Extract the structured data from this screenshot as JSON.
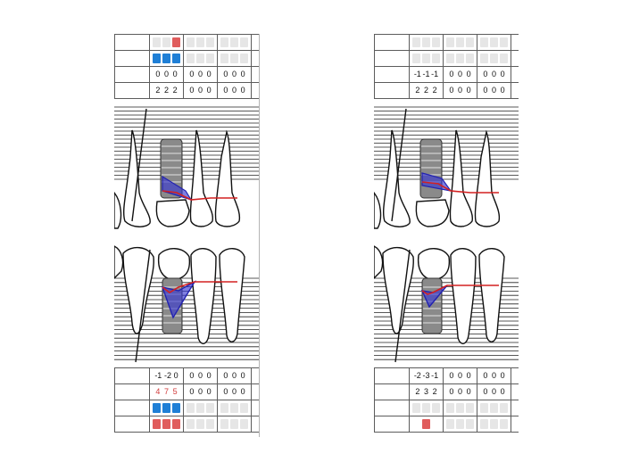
{
  "colors": {
    "blue": "#1f7fd6",
    "red": "#e05d5d",
    "empty": "#e6e6e6",
    "red_text": "#d23b3b"
  },
  "left": {
    "top_rows": [
      {
        "type": "boxes",
        "teeth": [
          [
            "empty",
            "empty",
            "red"
          ],
          [
            "empty",
            "empty",
            "empty"
          ],
          [
            "empty",
            "empty",
            "empty"
          ]
        ]
      },
      {
        "type": "boxes",
        "teeth": [
          [
            "blue",
            "blue",
            "blue"
          ],
          [
            "empty",
            "empty",
            "empty"
          ],
          [
            "empty",
            "empty",
            "empty"
          ]
        ]
      },
      {
        "type": "nums",
        "teeth": [
          [
            "0",
            "0",
            "0"
          ],
          [
            "0",
            "0",
            "0"
          ],
          [
            "0",
            "0",
            "0"
          ]
        ]
      },
      {
        "type": "nums",
        "teeth": [
          [
            "2",
            "2",
            "2"
          ],
          [
            "0",
            "0",
            "0"
          ],
          [
            "0",
            "0",
            "0"
          ]
        ]
      }
    ],
    "bottom_rows": [
      {
        "type": "nums",
        "teeth": [
          [
            "-1",
            "-2",
            "0"
          ],
          [
            "0",
            "0",
            "0"
          ],
          [
            "0",
            "0",
            "0"
          ]
        ]
      },
      {
        "type": "nums",
        "red_first": true,
        "teeth": [
          [
            "4",
            "7",
            "5"
          ],
          [
            "0",
            "0",
            "0"
          ],
          [
            "0",
            "0",
            "0"
          ]
        ]
      },
      {
        "type": "boxes",
        "teeth": [
          [
            "blue",
            "blue",
            "blue"
          ],
          [
            "empty",
            "empty",
            "empty"
          ],
          [
            "empty",
            "empty",
            "empty"
          ]
        ]
      },
      {
        "type": "boxes",
        "teeth": [
          [
            "red",
            "red",
            "red"
          ],
          [
            "empty",
            "empty",
            "empty"
          ],
          [
            "empty",
            "empty",
            "empty"
          ]
        ]
      }
    ]
  },
  "right": {
    "top_rows": [
      {
        "type": "boxes",
        "teeth": [
          [
            "empty",
            "empty",
            "empty"
          ],
          [
            "empty",
            "empty",
            "empty"
          ],
          [
            "empty",
            "empty",
            "empty"
          ]
        ]
      },
      {
        "type": "boxes",
        "teeth": [
          [
            "empty",
            "empty",
            "empty"
          ],
          [
            "empty",
            "empty",
            "empty"
          ],
          [
            "empty",
            "empty",
            "empty"
          ]
        ]
      },
      {
        "type": "nums",
        "teeth": [
          [
            "-1",
            "-1",
            "-1"
          ],
          [
            "0",
            "0",
            "0"
          ],
          [
            "0",
            "0",
            "0"
          ]
        ]
      },
      {
        "type": "nums",
        "teeth": [
          [
            "2",
            "2",
            "2"
          ],
          [
            "0",
            "0",
            "0"
          ],
          [
            "0",
            "0",
            "0"
          ]
        ]
      }
    ],
    "bottom_rows": [
      {
        "type": "nums",
        "teeth": [
          [
            "-2",
            "-3",
            "-1"
          ],
          [
            "0",
            "0",
            "0"
          ],
          [
            "0",
            "0",
            "0"
          ]
        ]
      },
      {
        "type": "nums",
        "teeth": [
          [
            "2",
            "3",
            "2"
          ],
          [
            "0",
            "0",
            "0"
          ],
          [
            "0",
            "0",
            "0"
          ]
        ]
      },
      {
        "type": "boxes",
        "teeth": [
          [
            "empty",
            "empty",
            "empty"
          ],
          [
            "empty",
            "empty",
            "empty"
          ],
          [
            "empty",
            "empty",
            "empty"
          ]
        ]
      },
      {
        "type": "boxes",
        "teeth": [
          [
            "none",
            "red",
            "none"
          ],
          [
            "empty",
            "empty",
            "empty"
          ],
          [
            "empty",
            "empty",
            "empty"
          ]
        ]
      }
    ]
  }
}
